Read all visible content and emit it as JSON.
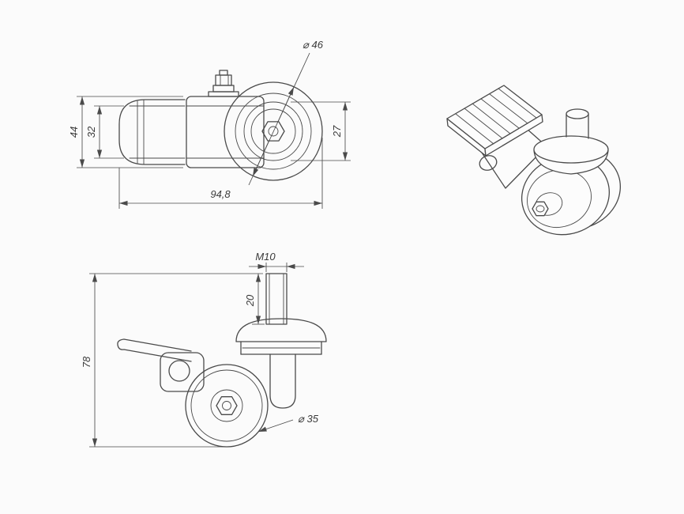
{
  "page": {
    "background": "#fbfbfb",
    "line_color": "#4a4a4a"
  },
  "side_view": {
    "dim_total_height": "44",
    "dim_bracket_height": "32",
    "dim_wheel_diameter": "⌀ 46",
    "dim_hub_height": "27",
    "dim_total_length": "94,8"
  },
  "front_view": {
    "dim_thread": "M10",
    "dim_stem_length": "20",
    "dim_total_height": "78",
    "dim_wheel_width": "⌀ 35"
  }
}
